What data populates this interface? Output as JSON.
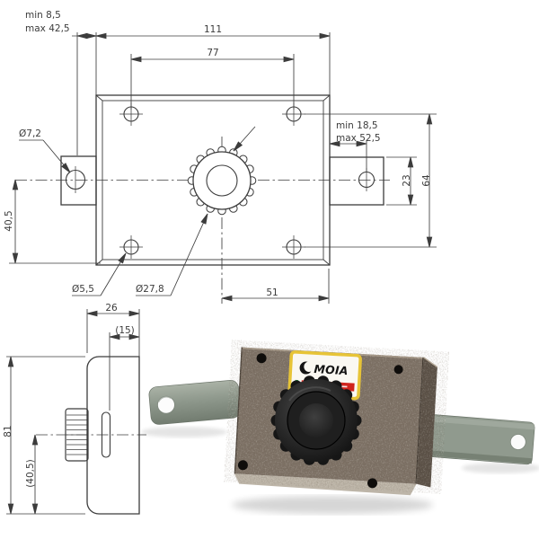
{
  "front_view": {
    "labels": {
      "min_left": "min 8,5",
      "max_left": "max 42,5",
      "overall_width": "111",
      "top_holes_span": "77",
      "side_tab_hole_dia": "Ø7,2",
      "min_right": "min 18,5",
      "max_right": "max 52,5",
      "tab_height": "23",
      "hole_rows_span": "64",
      "center_to_bottom": "40,5",
      "plate_hole_dia": "Ø5,5",
      "knob_dia": "Ø27,8",
      "knob_to_edge": "51"
    }
  },
  "side_view": {
    "labels": {
      "body_depth": "26",
      "slot_to_edge": "(15)",
      "overall_height": "81",
      "center_to_bottom": "(40,5)"
    }
  },
  "photo": {
    "brand": "MOIA"
  },
  "colors": {
    "line": "#3c3c3c",
    "body_metal": "#7d7165",
    "body_side": "#5a5046",
    "body_bottom": "#bdb5a8",
    "bolt_bar": "#909a8e",
    "knob": "#161616",
    "label_bg": "#faf8f2",
    "label_border": "#e7c437",
    "label_red": "#d0241c",
    "hole_black": "#0f0d0b"
  }
}
